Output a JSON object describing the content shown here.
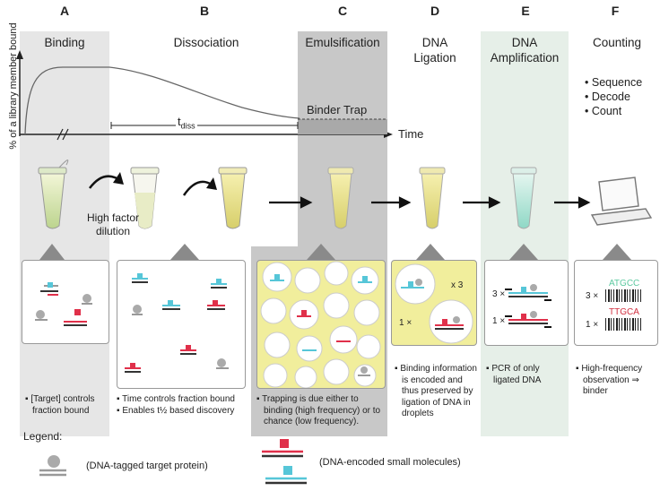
{
  "columns": [
    {
      "letter": "A",
      "stage": "Binding"
    },
    {
      "letter": "B",
      "stage": "Dissociation"
    },
    {
      "letter": "C",
      "stage": "Emulsification"
    },
    {
      "letter": "D",
      "stage": "DNA Ligation"
    },
    {
      "letter": "E",
      "stage": "DNA Amplification"
    },
    {
      "letter": "F",
      "stage": "Counting"
    }
  ],
  "stage_lines": {
    "D1": "DNA",
    "D2": "Ligation",
    "E1": "DNA",
    "E2": "Amplification"
  },
  "graph": {
    "y_axis_label": "% of a library member bound",
    "x_axis_label": "Time",
    "tdiss": "t",
    "tdiss_sub": "diss",
    "binder_trap": "Binder Trap"
  },
  "counting_list": [
    "Sequence",
    "Decode",
    "Count"
  ],
  "dilution_label": "High factor dilution",
  "panel_labels": {
    "d_x3": "x 3",
    "d_x1": "1 ×",
    "e_3x": "3 ×",
    "e_1x": "1 ×",
    "f_3x": "3 ×",
    "f_1x": "1 ×",
    "f_seq1": "ATGCC",
    "f_seq2": "TTGCA"
  },
  "notes": {
    "A": [
      "[Target] controls fraction bound"
    ],
    "B": [
      "Time controls fraction bound",
      "Enables t½ based discovery"
    ],
    "C": [
      "Trapping is due either to binding (high frequency) or to chance (low frequency)."
    ],
    "D": [
      "Binding information is encoded and thus preserved by ligation of DNA in droplets"
    ],
    "E": [
      "PCR of only ligated DNA"
    ],
    "F": [
      "High-frequency observation ⇒ binder"
    ]
  },
  "legend": {
    "title": "Legend:",
    "protein": "(DNA-tagged target protein)",
    "molecules": "(DNA-encoded small molecules)"
  },
  "colors": {
    "band_gray": "#e4e4e4",
    "band_dark": "#bdbdbd",
    "yellow": "#f4f1a4",
    "cyan": "#56c6d8",
    "red": "#e0304a",
    "green_text": "#5cc9a0",
    "red_text": "#d23040"
  }
}
